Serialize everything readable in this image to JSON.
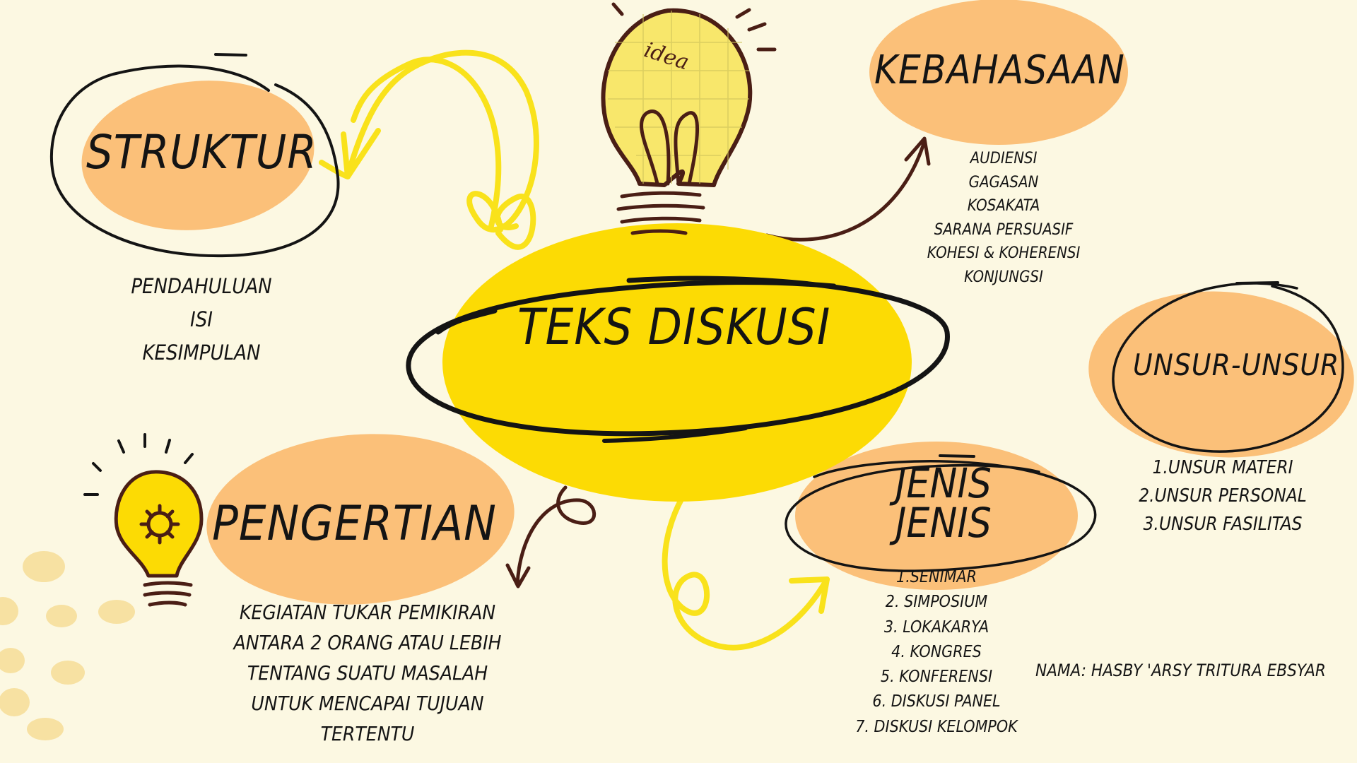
{
  "central": {
    "title": "TEKS DISKUSI"
  },
  "struktur": {
    "title": "STRUKTUR",
    "items": [
      "PENDAHULUAN",
      "ISI",
      "KESIMPULAN"
    ]
  },
  "kebahasaan": {
    "title": "KEBAHASAAN",
    "items": [
      "AUDIENSI",
      "GAGASAN",
      "KOSAKATA",
      "SARANA  PERSUASIF",
      "KOHESI & KOHERENSI",
      "KONJUNGSI"
    ]
  },
  "unsur": {
    "title": "UNSUR-UNSUR",
    "items": [
      "1.UNSUR MATERI",
      "2.UNSUR PERSONAL",
      "3.UNSUR FASILITAS"
    ]
  },
  "jenis": {
    "title_line1": "JENIS",
    "title_line2": "JENIS",
    "items": [
      "1.SENIMAR",
      "2. SIMPOSIUM",
      "3. LOKAKARYA",
      "4. KONGRES",
      "5. KONFERENSI",
      "6. DISKUSI PANEL",
      "7. DISKUSI KELOMPOK"
    ]
  },
  "pengertian": {
    "title": "PENGERTIAN",
    "lines": [
      "KEGIATAN TUKAR PEMIKIRAN",
      "ANTARA 2 ORANG ATAU LEBIH",
      "TENTANG SUATU MASALAH",
      "UNTUK MENCAPAI TUJUAN",
      "TERTENTU"
    ]
  },
  "author": {
    "text": "NAMA: HASBY 'ARSY TRITURA EBSYAR"
  },
  "bulb_label": "idea",
  "colors": {
    "background": "#fcf8e2",
    "peach": "#fbc079",
    "yellow": "#fcdb04",
    "dark_ink": "#141414",
    "arrow_brown": "#4a1e15",
    "arrow_yellow": "#f9e21b"
  }
}
